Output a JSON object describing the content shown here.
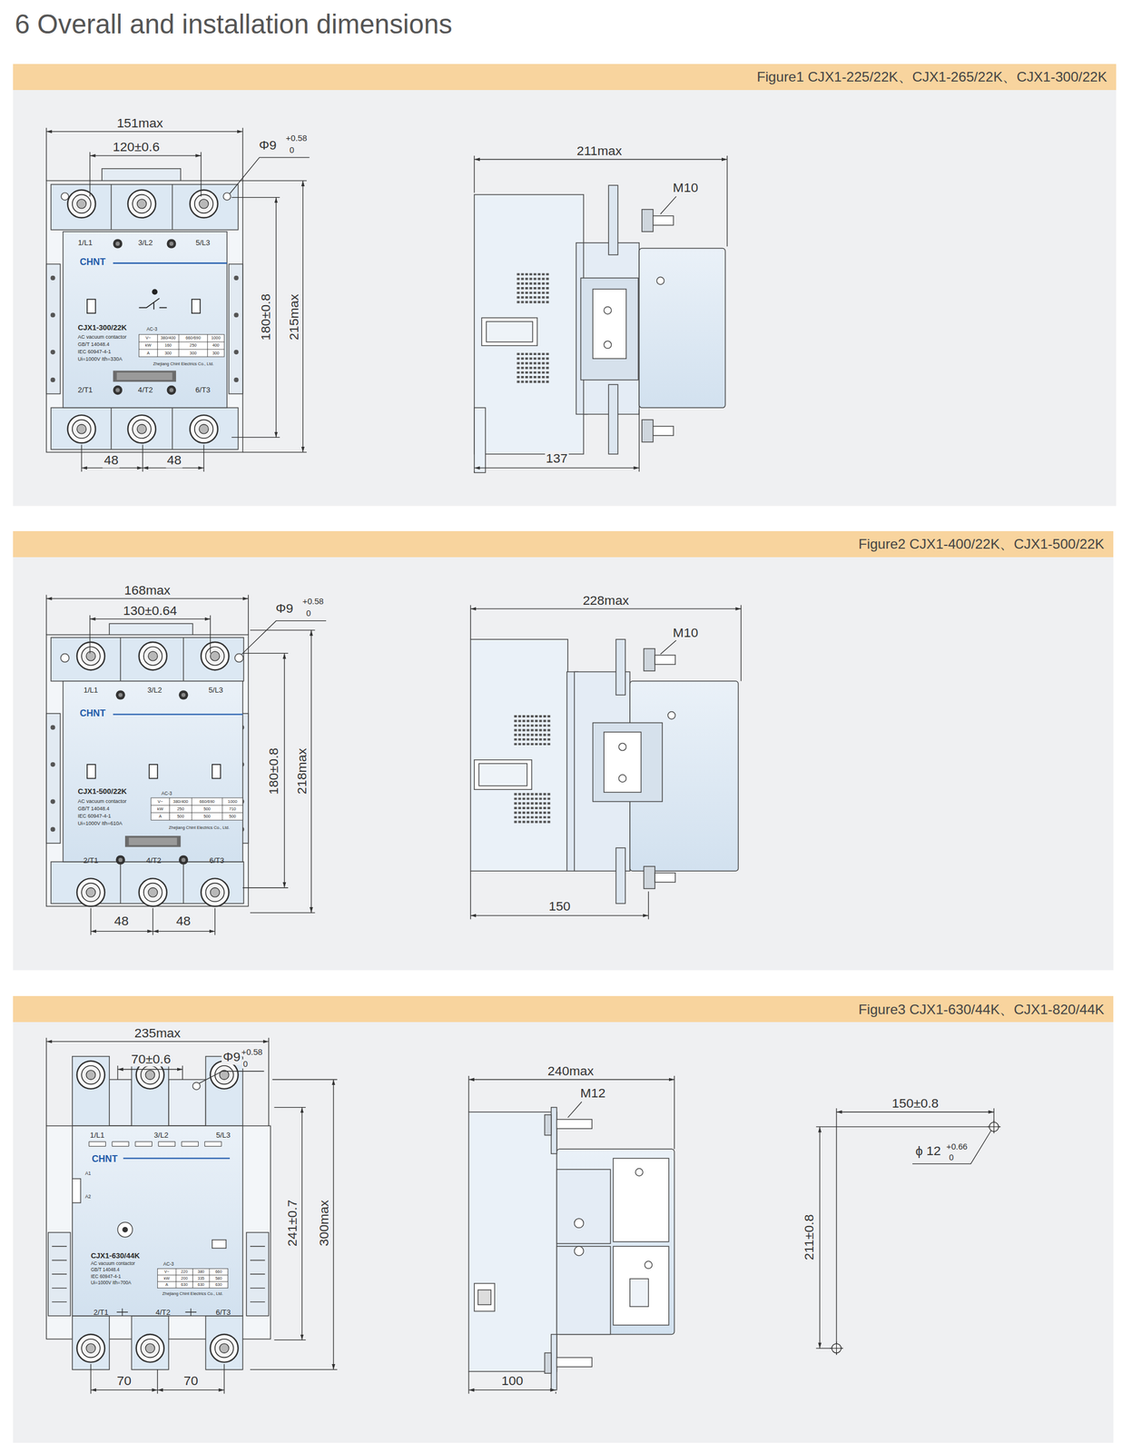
{
  "diagram": {
    "title": "6 Overall and installation dimensions",
    "nodes": [
      {
        "text": [
          "Figure1 CJX1-225/22K、CJX1-265/22K、CJX1-300/22K"
        ]
      },
      {
        "text": [
          "Figure2 CJX1-400/22K、CJX1-500/22K"
        ]
      },
      {
        "text": [
          "Figure3 CJX1-630/44K、CJX1-820/44K"
        ]
      }
    ],
    "labels": [
      "151max",
      "120±0.6",
      "Φ9",
      "+0.58",
      "0",
      "180±0.8",
      "215max",
      "48",
      "48",
      "1/L1",
      "3/L2",
      "5/L3",
      "CHNT",
      "CJX1-300/22K",
      "AC vacuum contactor",
      "GB/T 14048.4",
      "IEC 60947-4-1",
      "Ui=1000V Ith=330A",
      "AC-3",
      "V~",
      "380/400",
      "660/690",
      "1000",
      "kW",
      "160",
      "250",
      "400",
      "A",
      "300",
      "300",
      "300",
      "Zhejiang Chint Electrics Co., Ltd.",
      "2/T1",
      "4/T2",
      "6/T3",
      "211max",
      "M10",
      "137",
      "168max",
      "130±0.64",
      "Φ9",
      "+0.58",
      "0",
      "180±0.8",
      "218max",
      "48",
      "48",
      "1/L1",
      "3/L2",
      "5/L3",
      "CHNT",
      "CJX1-500/22K",
      "AC vacuum contactor",
      "GB/T 14048.4",
      "IEC 60947-4-1",
      "Ui=1000V Ith=610A",
      "AC-3",
      "V~",
      "380/400",
      "660/690",
      "1000",
      "kW",
      "250",
      "500",
      "710",
      "A",
      "500",
      "500",
      "500",
      "Zhejiang Chint Electrics Co., Ltd.",
      "2/T1",
      "4/T2",
      "6/T3",
      "228max",
      "M10",
      "150",
      "235max",
      "70±0.6",
      "Φ9",
      "+0.58",
      "0",
      "241±0.7",
      "300max",
      "70",
      "70",
      "1/L1",
      "3/L2",
      "5/L3",
      "CHNT",
      "CJX1-630/44K",
      "AC vacuum contactor",
      "GB/T 14048.4",
      "IEC 60947-4-1",
      "Ui=1000V Ith=700A",
      "AC-3",
      "V~",
      "220",
      "380",
      "660",
      "kW",
      "200",
      "335",
      "580",
      "A",
      "630",
      "630",
      "630",
      "Zhejiang Chint Electrics Co., Ltd.",
      "2/T1",
      "4/T2",
      "6/T3",
      "240max",
      "M12",
      "100",
      "A1",
      "A2",
      "150±0.8",
      "ϕ 12",
      "+0.66",
      "0",
      "211±0.8"
    ]
  }
}
